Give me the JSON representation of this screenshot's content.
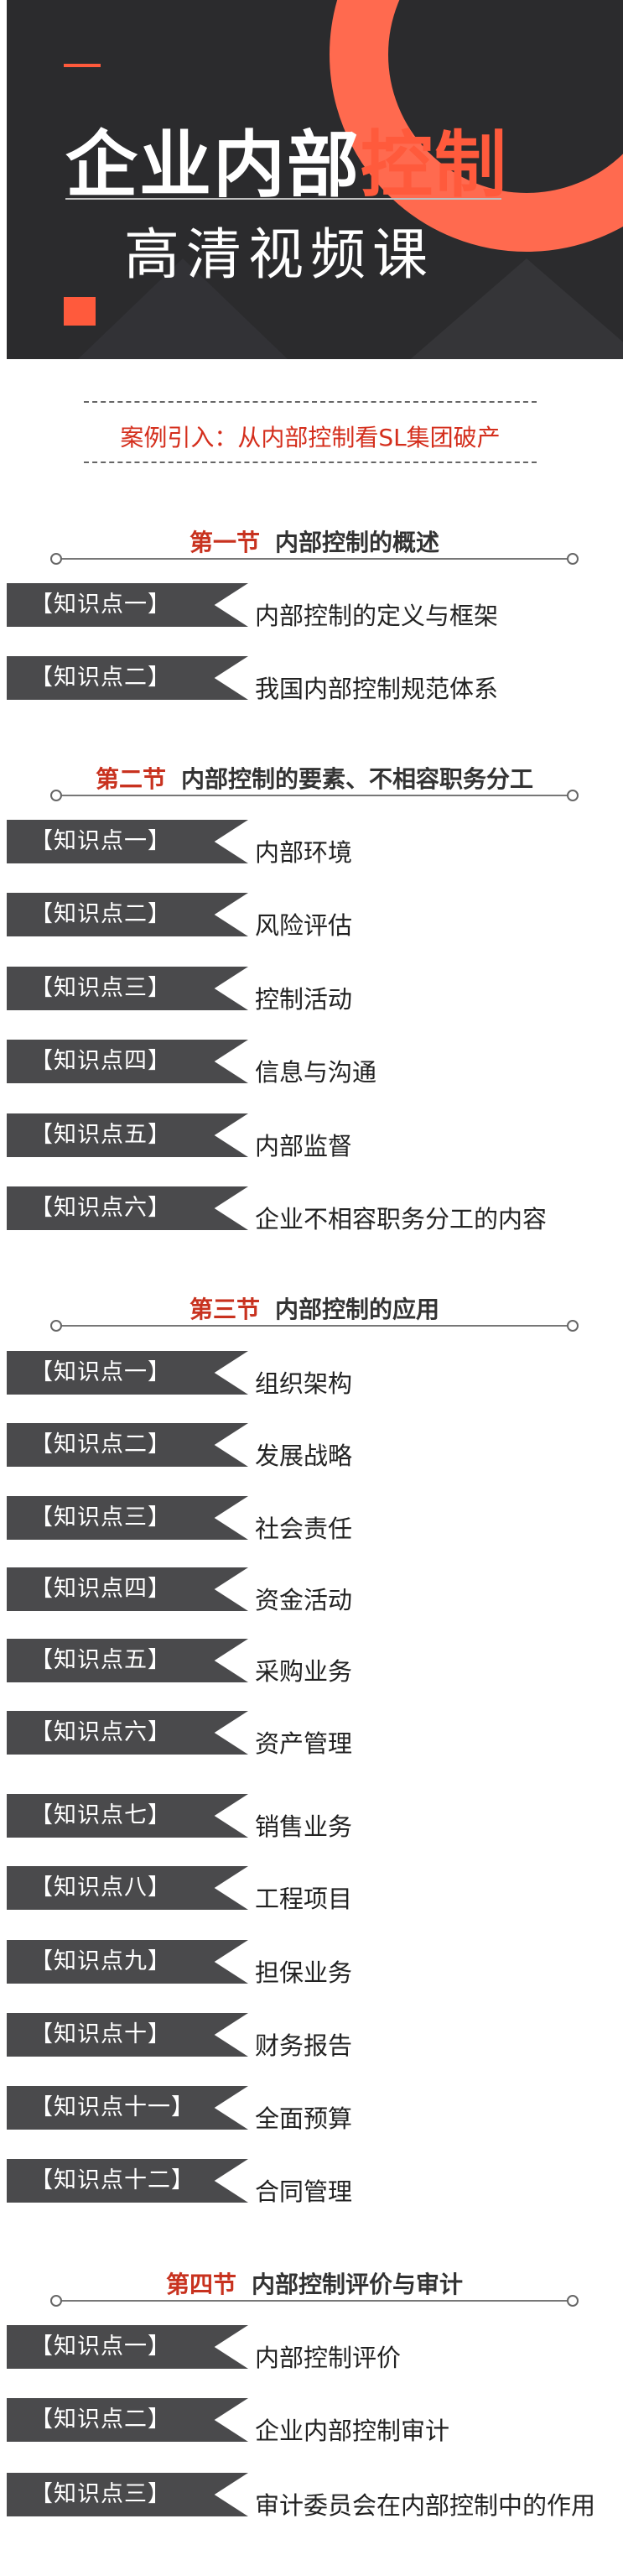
{
  "banner": {
    "title_white": "企业内部",
    "title_accent": "控制",
    "subtitle": "高清视频课"
  },
  "case_intro": "案例引入：从内部控制看SL集团破产",
  "sections": [
    {
      "number": "第一节",
      "title": "内部控制的概述",
      "items": [
        {
          "tag": "【知识点一】",
          "label": "内部控制的定义与框架"
        },
        {
          "tag": "【知识点二】",
          "label": "我国内部控制规范体系"
        }
      ]
    },
    {
      "number": "第二节",
      "title": "内部控制的要素、不相容职务分工",
      "items": [
        {
          "tag": "【知识点一】",
          "label": "内部环境"
        },
        {
          "tag": "【知识点二】",
          "label": "风险评估"
        },
        {
          "tag": "【知识点三】",
          "label": "控制活动"
        },
        {
          "tag": "【知识点四】",
          "label": "信息与沟通"
        },
        {
          "tag": "【知识点五】",
          "label": "内部监督"
        },
        {
          "tag": "【知识点六】",
          "label": "企业不相容职务分工的内容"
        }
      ]
    },
    {
      "number": "第三节",
      "title": "内部控制的应用",
      "items": [
        {
          "tag": "【知识点一】",
          "label": "组织架构"
        },
        {
          "tag": "【知识点二】",
          "label": "发展战略"
        },
        {
          "tag": "【知识点三】",
          "label": "社会责任"
        },
        {
          "tag": "【知识点四】",
          "label": "资金活动"
        },
        {
          "tag": "【知识点五】",
          "label": "采购业务"
        },
        {
          "tag": "【知识点六】",
          "label": "资产管理"
        },
        {
          "tag": "【知识点七】",
          "label": "销售业务"
        },
        {
          "tag": "【知识点八】",
          "label": "工程项目"
        },
        {
          "tag": "【知识点九】",
          "label": "担保业务"
        },
        {
          "tag": "【知识点十】",
          "label": "财务报告"
        },
        {
          "tag": "【知识点十一】",
          "label": "全面预算"
        },
        {
          "tag": "【知识点十二】",
          "label": "合同管理"
        }
      ]
    },
    {
      "number": "第四节",
      "title": "内部控制评价与审计",
      "items": [
        {
          "tag": "【知识点一】",
          "label": "内部控制评价"
        },
        {
          "tag": "【知识点二】",
          "label": "企业内部控制审计"
        },
        {
          "tag": "【知识点三】",
          "label": "审计委员会在内部控制中的作用"
        }
      ]
    }
  ],
  "colors": {
    "accent": "#ff5a3c",
    "section_number": "#c8321f",
    "banner_bg": "#2b2b2d",
    "tag_bg": "#4a4a4c"
  }
}
